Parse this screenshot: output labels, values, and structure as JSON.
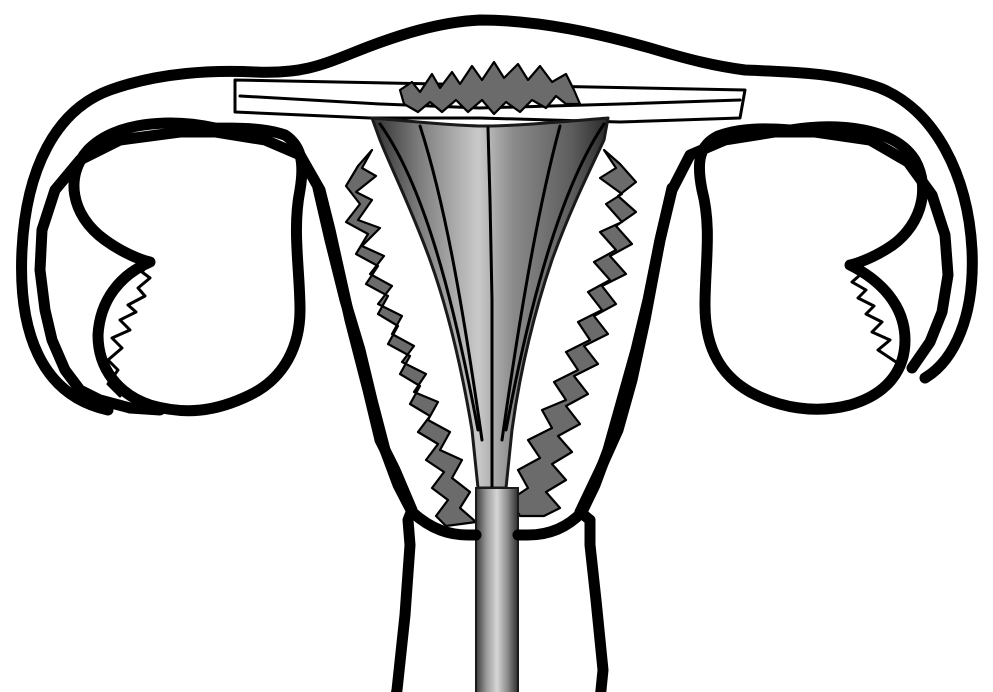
{
  "colors": {
    "background": "#ffffff",
    "outline": "#000000",
    "endometrium_fill": "#6b6b6b",
    "device_light": "#d9d9d9",
    "device_dark": "#2b2b2b",
    "tube_band": "#ffffff"
  },
  "diagram": {
    "subject": "uterus-with-endometrial-ablation-device",
    "parts": [
      "uterine-body",
      "fallopian-tube-left",
      "fallopian-tube-right",
      "ovary-left",
      "ovary-right",
      "endometrial-lining",
      "ablation-mesh-device",
      "device-shaft",
      "cervix"
    ]
  }
}
